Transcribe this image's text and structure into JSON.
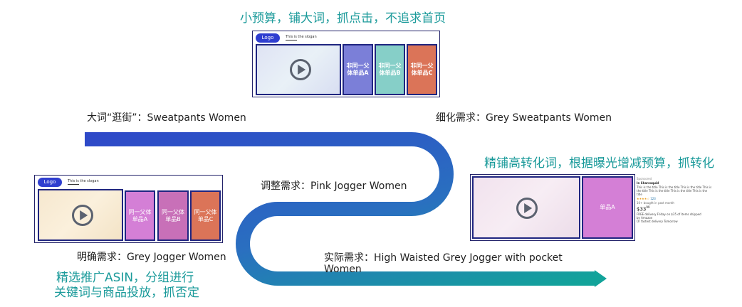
{
  "top_strategy": "小预算，铺大词，抓点击，不追求首页",
  "right_strategy": "精铺高转化词，根据曝光增减预算，抓转化",
  "left_strategy_line1": "精选推广ASIN，分组进行",
  "left_strategy_line2": "关键词与商品投放，抓否定",
  "stage1": "大词“逛街”：Sweatpants Women",
  "stage2": "细化需求：Grey Sweatpants Women",
  "stage3": "调整需求：Pink Jogger Women",
  "stage4": "明确需求：Grey Jogger Women",
  "stage5": "实际需求：High Waisted Grey Jogger with pocket Women",
  "ad_top": {
    "logo": "Logo",
    "slogan": "This is the slogan",
    "tiles": [
      "非同一父体单品A",
      "非同一父体单品B",
      "非同一父体单品C"
    ]
  },
  "ad_left": {
    "logo": "Logo",
    "slogan": "This is the slogan",
    "tiles": [
      "同一父体单品A",
      "同一父体单品B",
      "同一父体单品C"
    ]
  },
  "ad_right": {
    "tile": "单品A",
    "brand": "Sponsored",
    "title": "In Sharesquid",
    "desc": "This is the title This is the title This is the title This is the title This is the title This is the title This is the title",
    "rating_count": "123",
    "note": "10+ bought in past month",
    "price": "$33",
    "price_cents": "99",
    "delivery1": "FREE delivery Friday on $35 of items shipped",
    "delivery2": "by Amazon",
    "delivery3": "Or fastest delivery Tomorrow"
  },
  "colors": {
    "teal_text": "#1a9a9a",
    "path_start": "#2e49c8",
    "path_end": "#12a39a",
    "logo_blue": "#2f3ed0",
    "tile_purple": "#7b7fd8",
    "tile_teal": "#86cfc8",
    "tile_orange": "#db7458",
    "tile_pink": "#d47fd6",
    "tile_magenta": "#c870b8"
  }
}
